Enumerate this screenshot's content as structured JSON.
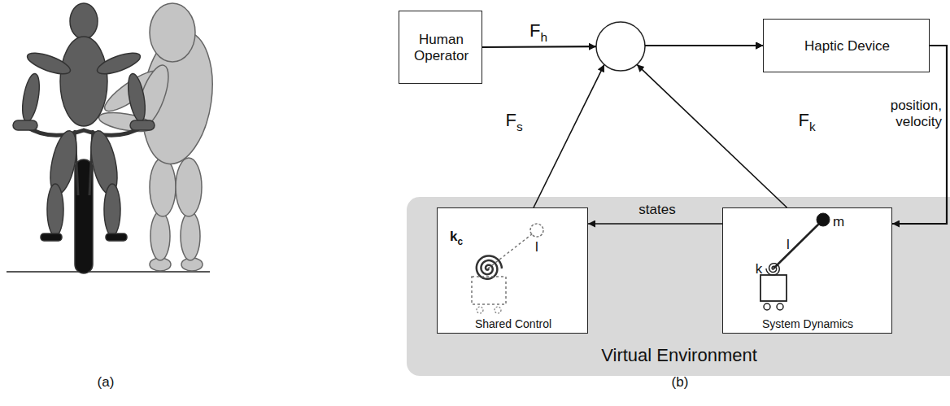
{
  "diagram": {
    "nodes": [
      {
        "text": [
          "Human Operator"
        ]
      },
      {
        "text": [
          "Haptic Device"
        ]
      },
      {
        "text": [
          "Virtual Environment"
        ]
      },
      {
        "text": [
          "kc",
          "l",
          "Shared Control"
        ],
        "in": 2
      },
      {
        "text": [
          "m",
          "k",
          "l",
          "System Dynamics"
        ],
        "in": 2
      }
    ],
    "edges": [
      {
        "from": 0,
        "to": 1,
        "label": "Fh",
        "arrow": "to"
      },
      {
        "from": 3,
        "to": 1,
        "label": "Fs",
        "arrow": "to"
      },
      {
        "from": 4,
        "to": 1,
        "label": "Fk",
        "arrow": "to"
      },
      {
        "from": 1,
        "to": 4,
        "label": "position, velocity",
        "arrow": "to"
      },
      {
        "from": 4,
        "to": 3,
        "label": "states",
        "arrow": "to"
      }
    ],
    "labels": [
      "(a)",
      "(b)"
    ]
  }
}
